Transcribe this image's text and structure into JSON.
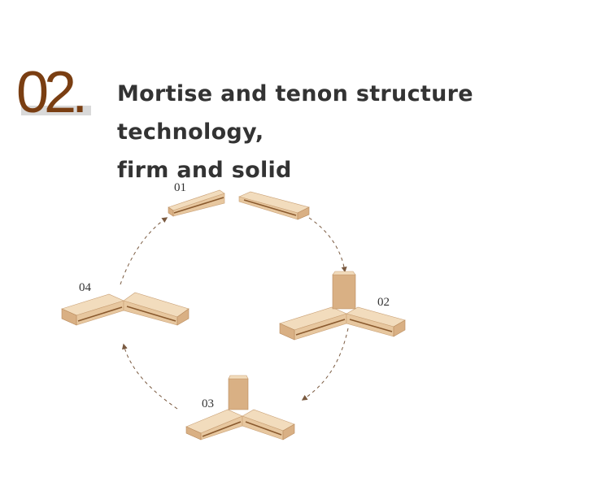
{
  "header": {
    "section_number": "02.",
    "title_line1": "Mortise and tenon structure technology,",
    "title_line2": "firm and solid"
  },
  "steps": [
    {
      "label": "01"
    },
    {
      "label": "02"
    },
    {
      "label": "03"
    },
    {
      "label": "04"
    }
  ],
  "colors": {
    "accent": "#7a3e12",
    "wood_top": "#f2dcbd",
    "wood_front": "#e7c79f",
    "wood_end": "#d9b084",
    "wood_groove": "#8a5a2e",
    "arrow": "#7a5a40",
    "text": "#333333"
  }
}
